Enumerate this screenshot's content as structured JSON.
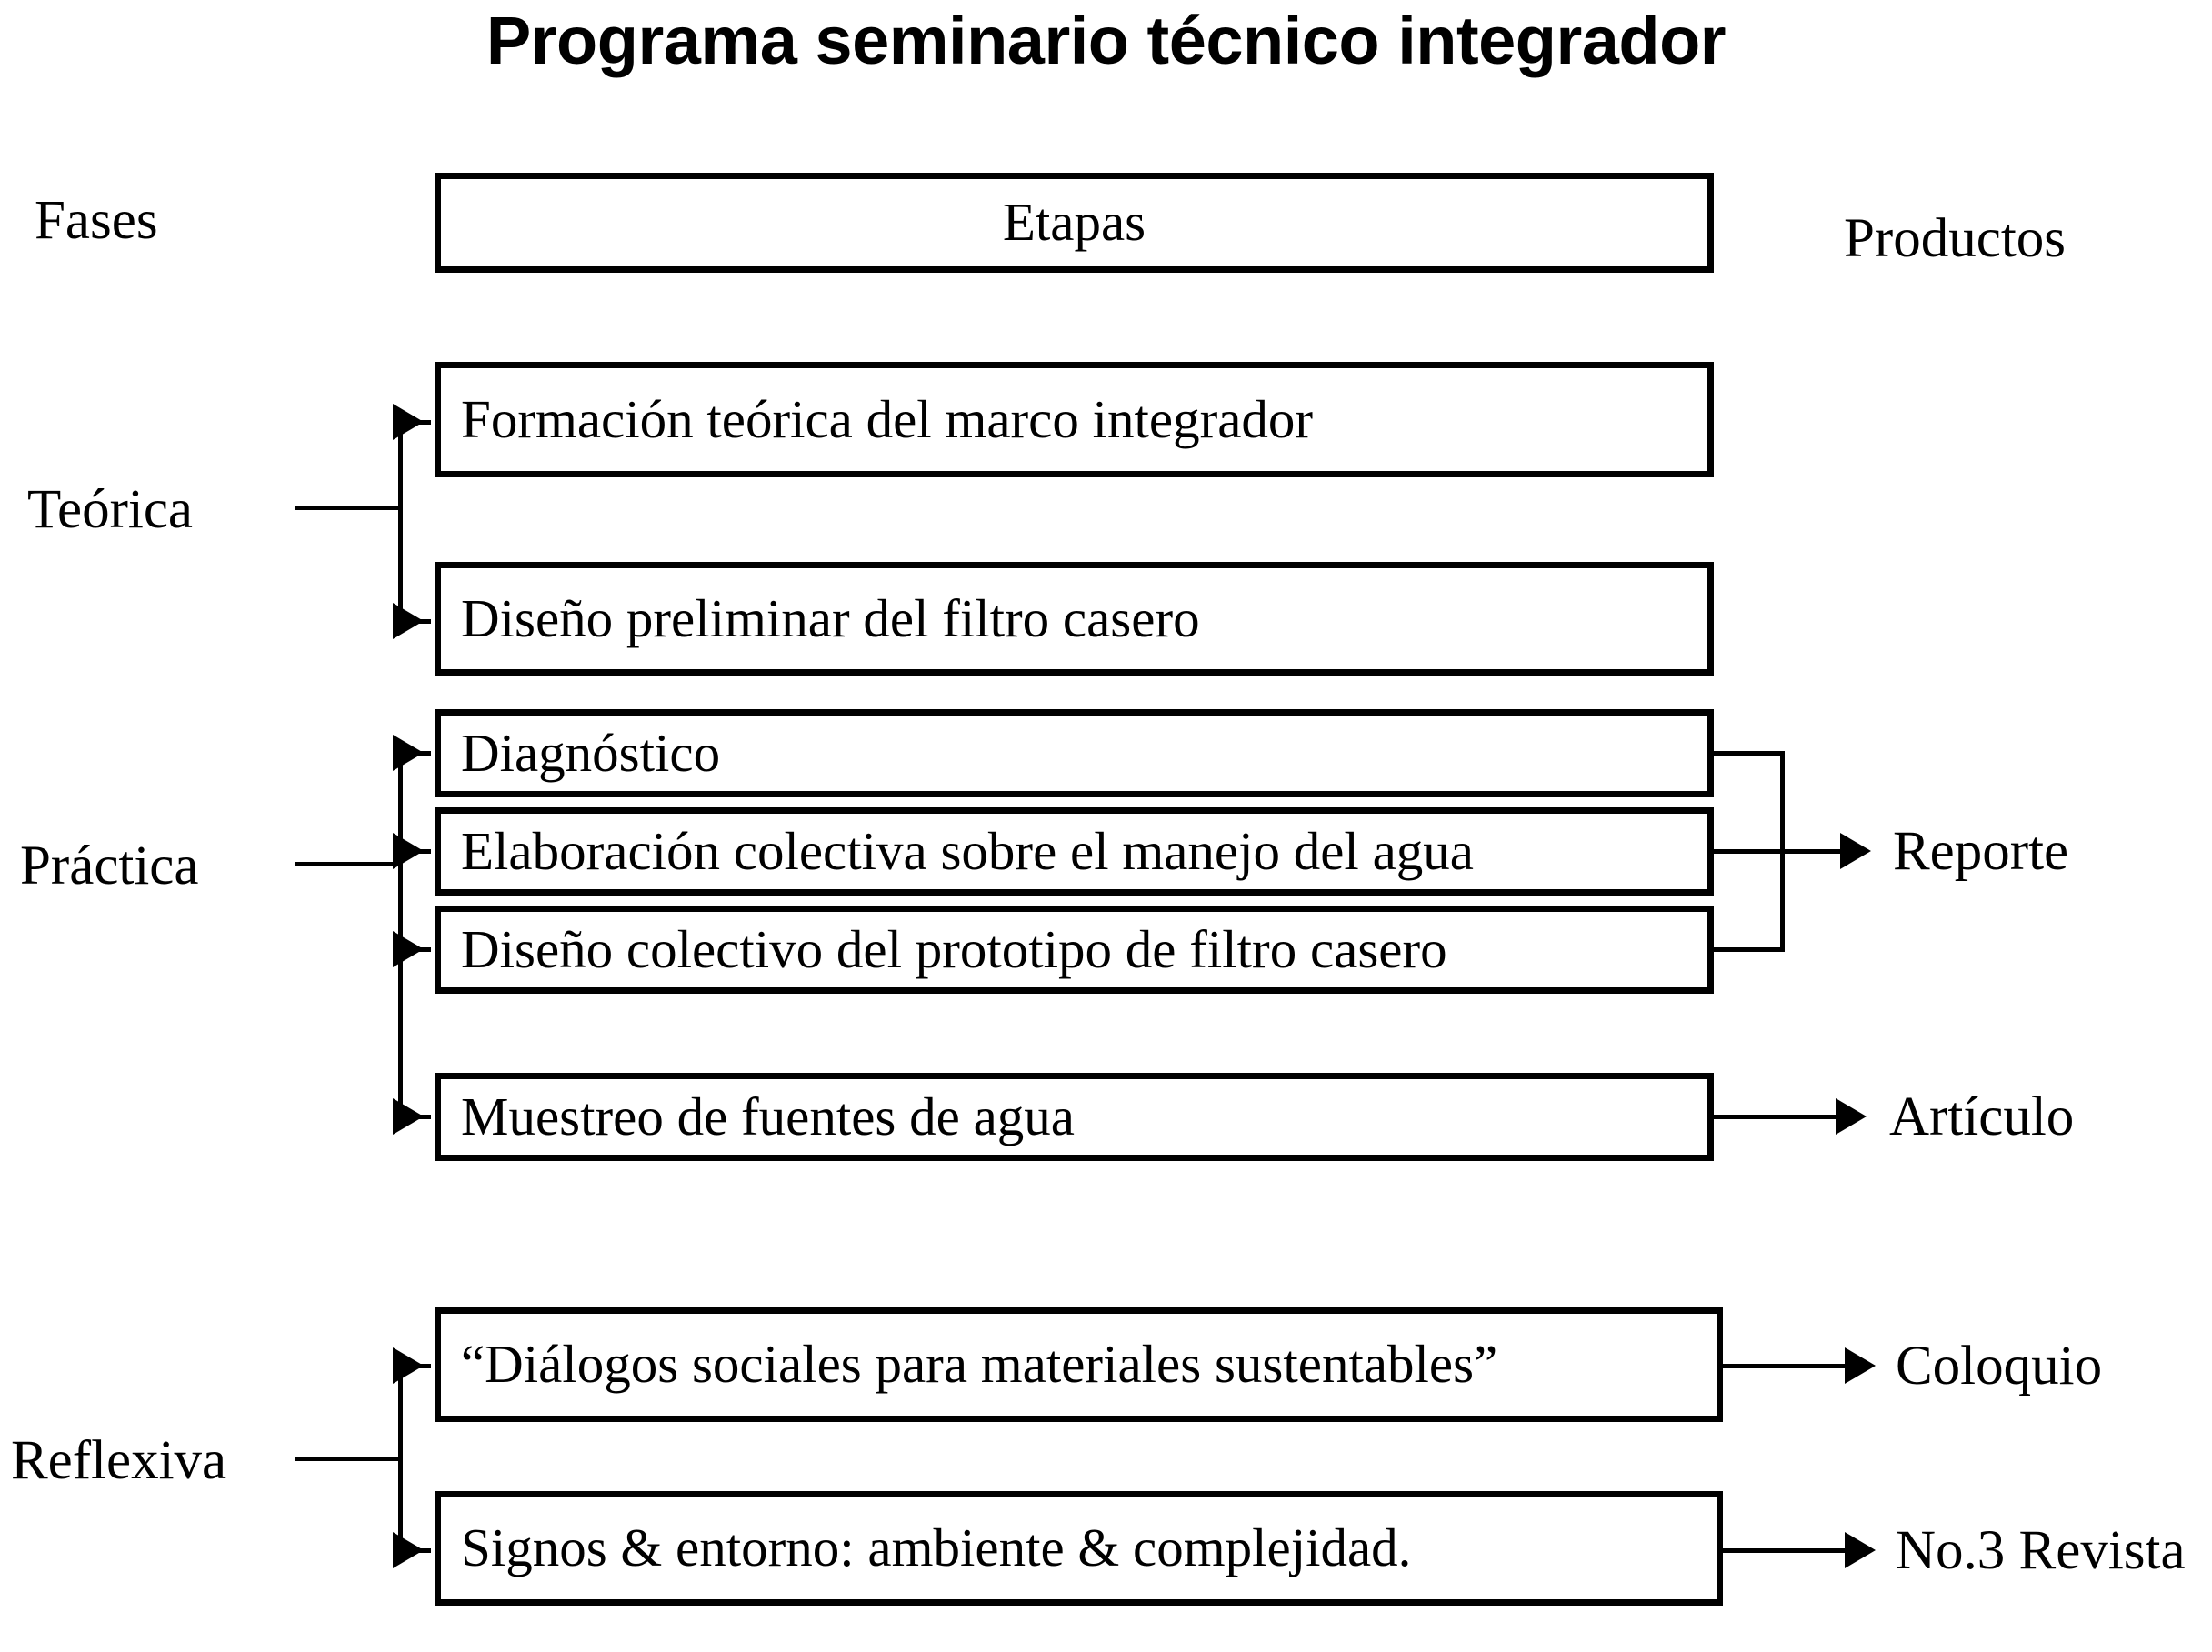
{
  "title": "Programa seminario técnico integrador",
  "columns": {
    "fases_label": "Fases",
    "etapas_label": "Etapas",
    "productos_label": "Productos"
  },
  "phases": [
    {
      "name": "Teórica",
      "label": "Teórica",
      "stages": [
        {
          "label": "Formación teórica del marco integrador",
          "product": null
        },
        {
          "label": "Diseño preliminar del filtro casero",
          "product": null
        }
      ]
    },
    {
      "name": "Práctica",
      "label": "Práctica",
      "stages": [
        {
          "label": "Diagnóstico",
          "product": "Reporte"
        },
        {
          "label": "Elaboración colectiva sobre el manejo del agua",
          "product": "Reporte"
        },
        {
          "label": "Diseño colectivo del prototipo de filtro casero",
          "product": "Reporte"
        },
        {
          "label": "Muestreo de fuentes de agua",
          "product": "Artículo"
        }
      ]
    },
    {
      "name": "Reflexiva",
      "label": "Reflexiva",
      "stages": [
        {
          "label": "“Diálogos sociales para materiales sustentables”",
          "product": "Coloquio"
        },
        {
          "label": "Signos &  entorno: ambiente & complejidad.",
          "product": "No.3 Revista"
        }
      ]
    }
  ],
  "products": [
    {
      "label": "Reporte"
    },
    {
      "label": "Artículo"
    },
    {
      "label": "Coloquio"
    },
    {
      "label": "No.3 Revista"
    }
  ],
  "colors": {
    "ink": "#000000",
    "paper": "#ffffff"
  }
}
